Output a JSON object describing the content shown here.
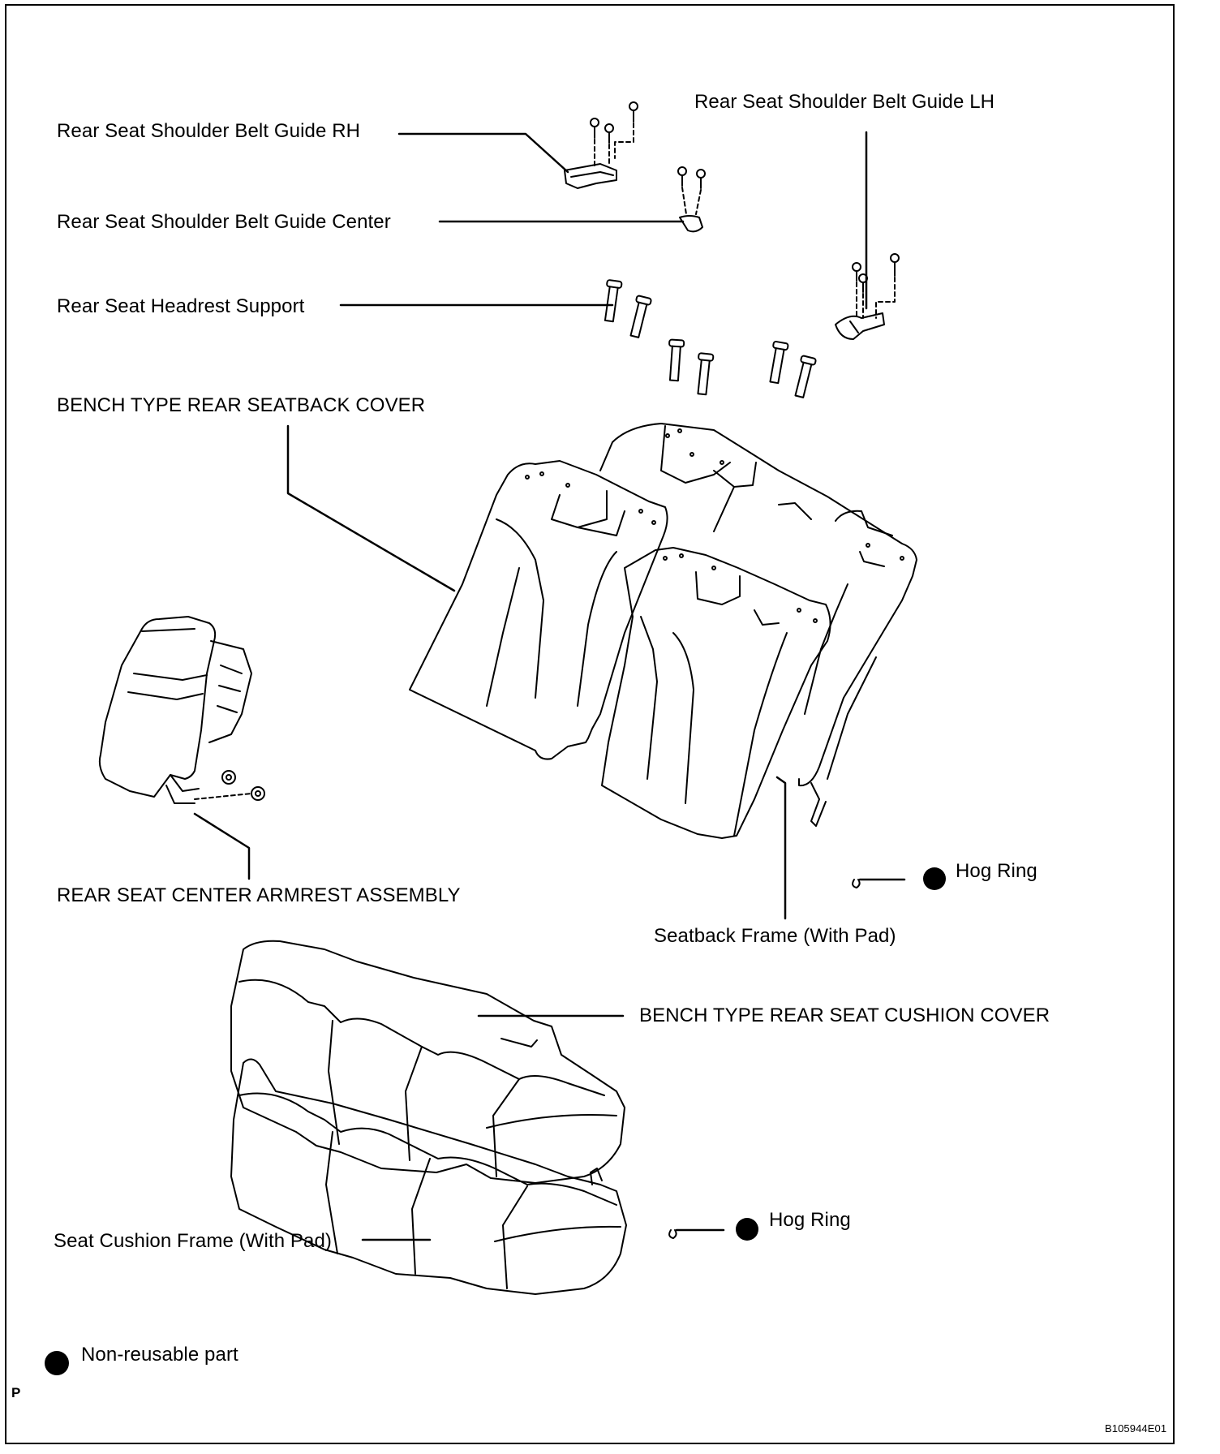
{
  "labels": {
    "guide_rh": "Rear Seat Shoulder Belt Guide RH",
    "guide_lh": "Rear Seat Shoulder Belt Guide LH",
    "guide_center": "Rear Seat Shoulder Belt Guide Center",
    "headrest_support": "Rear Seat Headrest Support",
    "seatback_cover": "BENCH TYPE REAR SEATBACK COVER",
    "armrest": "REAR SEAT CENTER ARMREST ASSEMBLY",
    "hog_ring_1": "Hog Ring",
    "seatback_frame": "Seatback Frame (With Pad)",
    "cushion_cover": "BENCH TYPE REAR SEAT CUSHION COVER",
    "hog_ring_2": "Hog Ring",
    "cushion_frame": "Seat Cushion Frame (With Pad)",
    "non_reusable": "Non-reusable part",
    "corner_mark": "P",
    "figure_id": "B105944E01"
  },
  "colors": {
    "ink": "#000000",
    "paper": "#ffffff"
  },
  "icons": {
    "non_reusable": "filled-circle",
    "hog_ring": "hog-ring-icon"
  }
}
